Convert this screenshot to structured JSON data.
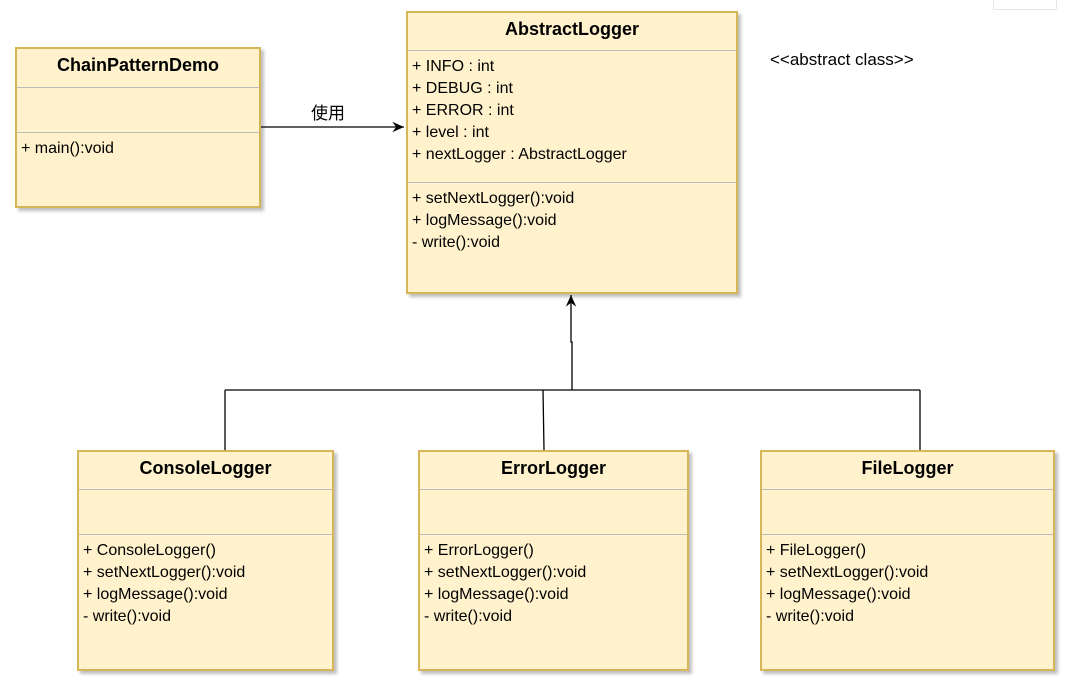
{
  "classes": {
    "demo": {
      "name": "ChainPatternDemo",
      "attributes": [],
      "operations": [
        "+ main():void"
      ]
    },
    "abstract": {
      "name": "AbstractLogger",
      "attributes": [
        "+ INFO : int",
        "+ DEBUG : int",
        "+ ERROR : int",
        "+ level : int",
        "+ nextLogger : AbstractLogger"
      ],
      "operations": [
        "+ setNextLogger():void",
        "+ logMessage():void",
        "- write():void"
      ]
    },
    "console": {
      "name": "ConsoleLogger",
      "attributes": [],
      "operations": [
        "+ ConsoleLogger()",
        "+ setNextLogger():void",
        "+ logMessage():void",
        "- write():void"
      ]
    },
    "error": {
      "name": "ErrorLogger",
      "attributes": [],
      "operations": [
        "+ ErrorLogger()",
        "+ setNextLogger():void",
        "+ logMessage():void",
        "- write():void"
      ]
    },
    "file": {
      "name": "FileLogger",
      "attributes": [],
      "operations": [
        "+ FileLogger()",
        "+ setNextLogger():void",
        "+ logMessage():void",
        "- write():void"
      ]
    }
  },
  "labels": {
    "uses": "使用",
    "stereotype": "<<abstract class>>"
  },
  "colors": {
    "fill": "#fff2cc",
    "border": "#d6b656",
    "line": "#000000"
  }
}
